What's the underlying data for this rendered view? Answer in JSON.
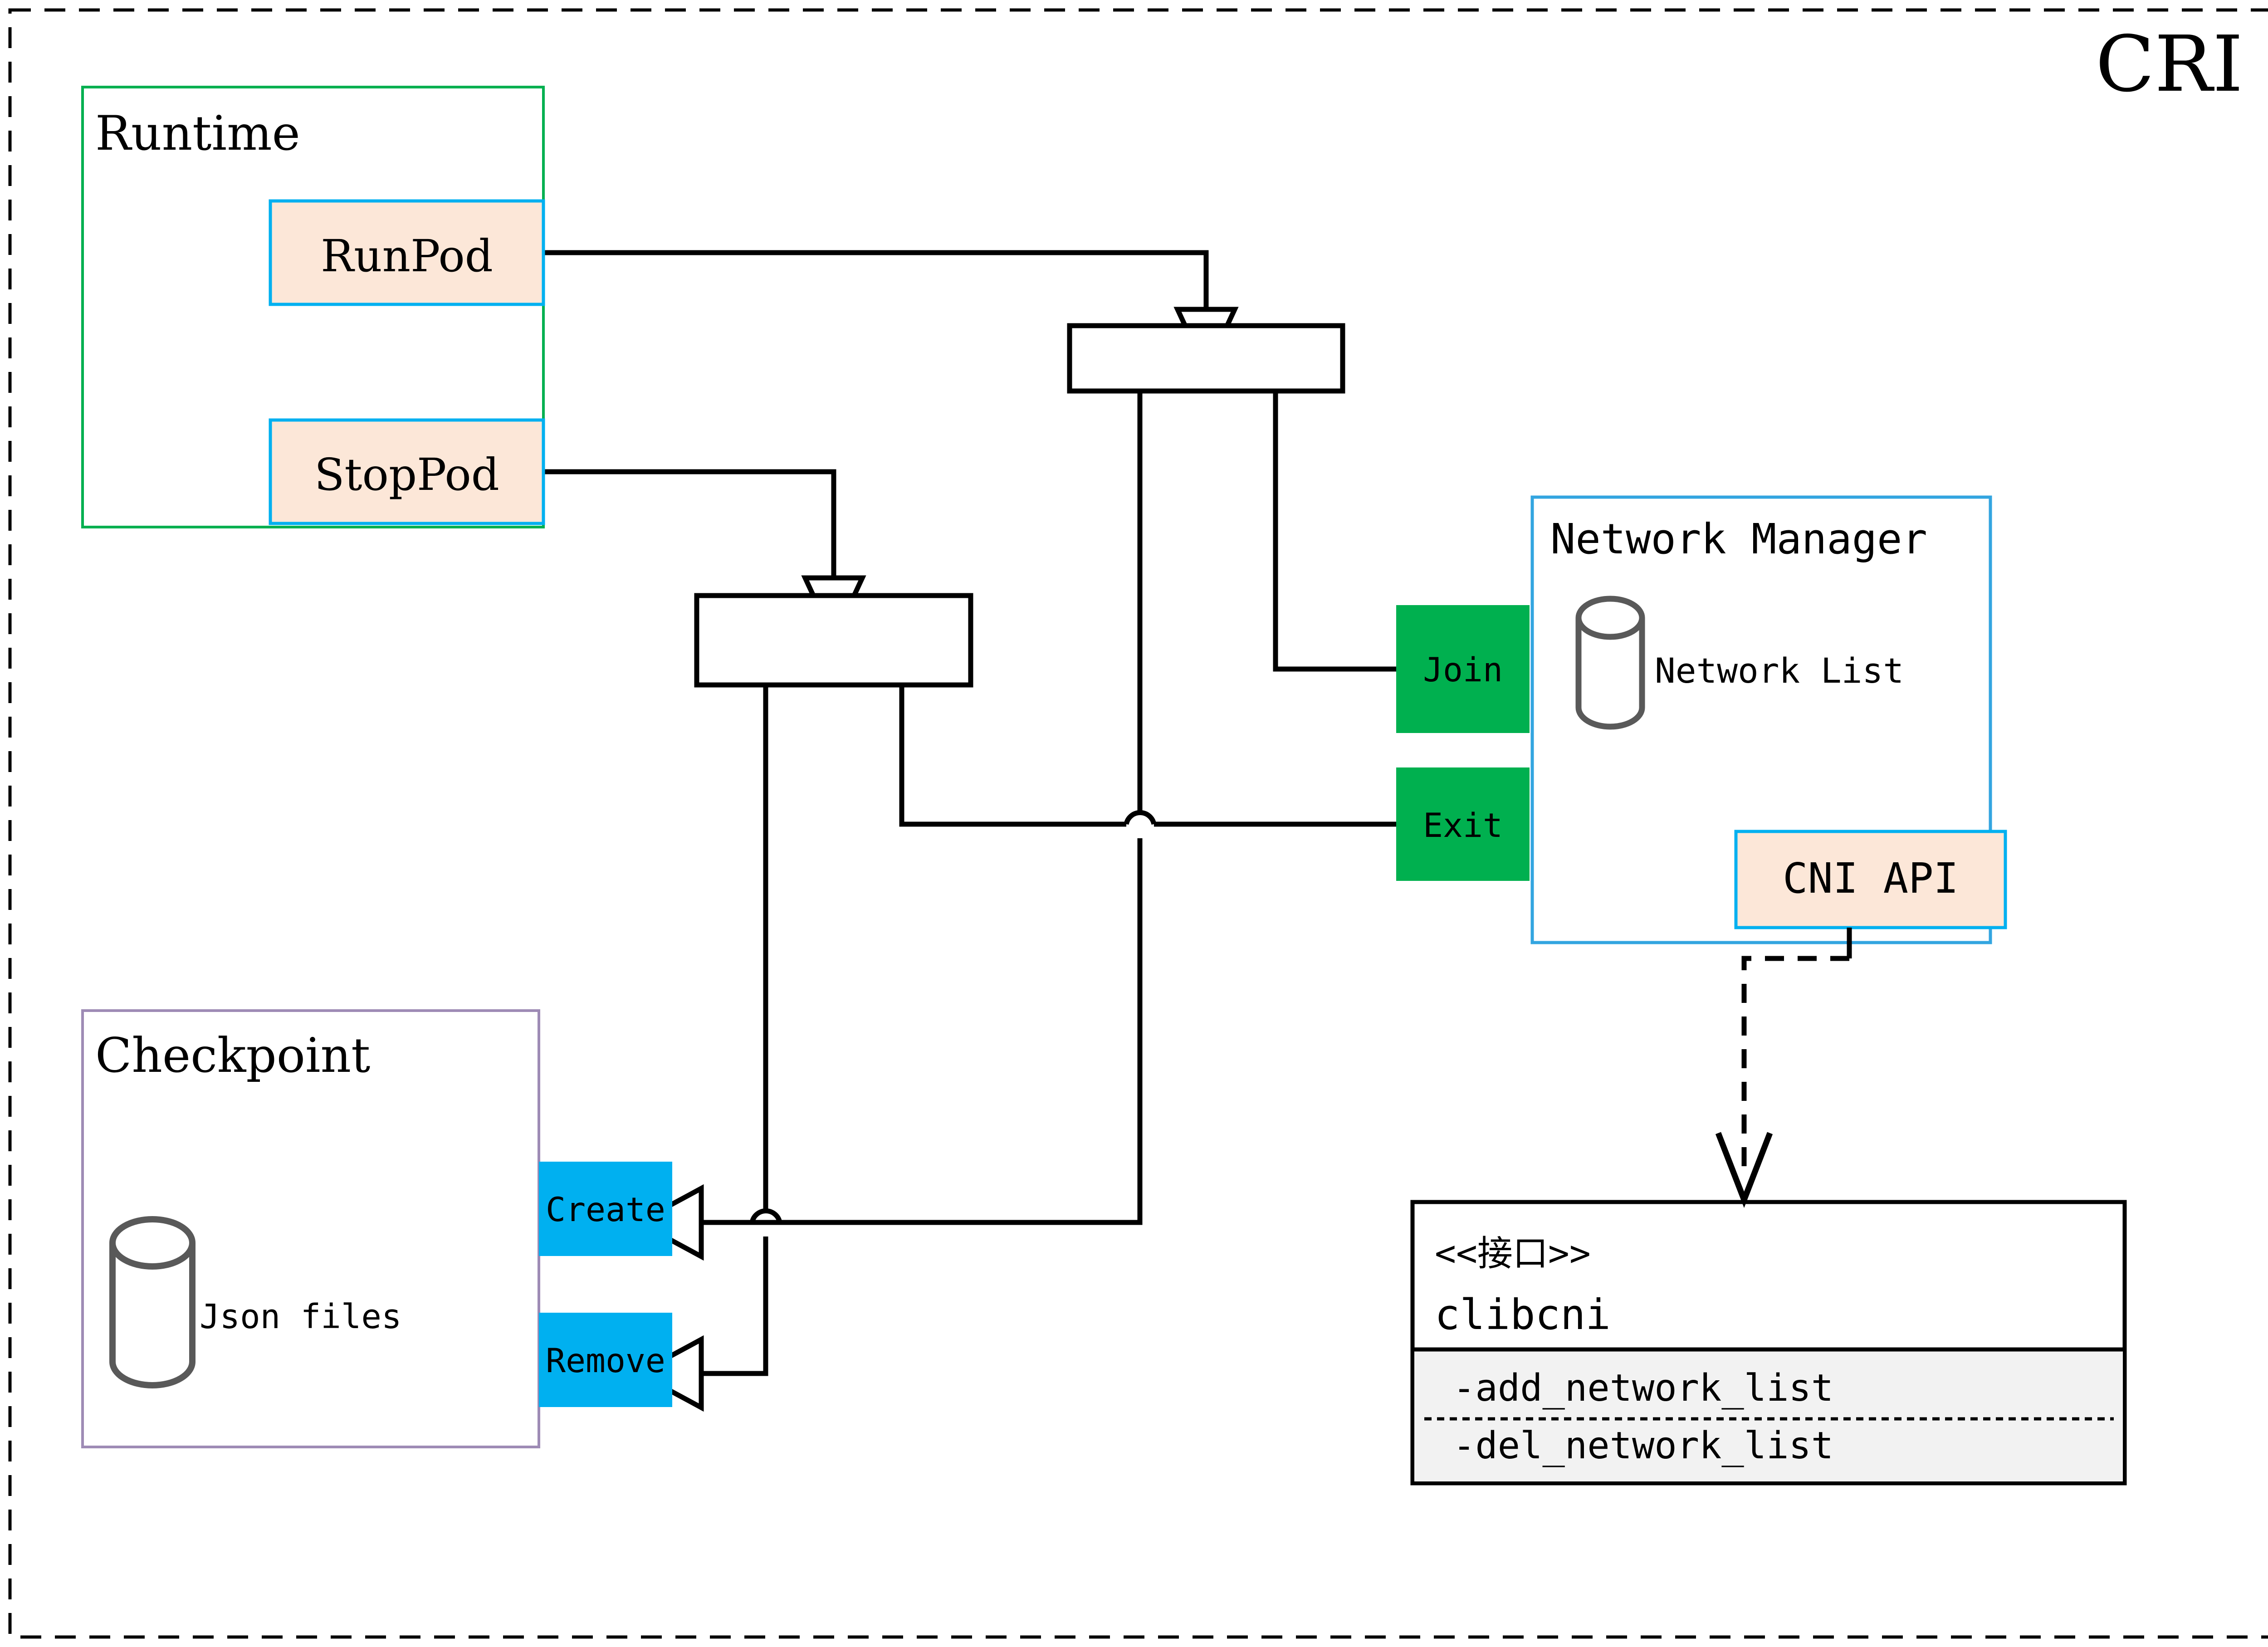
{
  "package": {
    "title": "CRI",
    "title_color": "#8a6d0b",
    "border_style": "dashed"
  },
  "colors": {
    "runtime_border": "#00b050",
    "checkpoint_border": "#9e8bb5",
    "network_manager_border": "#33a5e0",
    "peach_fill": "#fce7d8",
    "peach_border": "#00b0f0",
    "green_fill": "#00b04f",
    "cyan_fill": "#00b0f0",
    "cylinder_stroke": "#595959",
    "line": "#000000",
    "iface_method_bg": "#f2f2f2"
  },
  "runtime": {
    "title": "Runtime",
    "operations": [
      {
        "label": "RunPod"
      },
      {
        "label": "StopPod"
      }
    ]
  },
  "checkpoint": {
    "title": "Checkpoint",
    "store_label": "Json files",
    "operations": [
      {
        "label": "Create"
      },
      {
        "label": "Remove"
      }
    ]
  },
  "network_manager": {
    "title": "Network Manager",
    "store_label": "Network List",
    "operations": [
      {
        "label": "Join"
      },
      {
        "label": "Exit"
      }
    ],
    "api": {
      "label": "CNI API"
    }
  },
  "interface": {
    "stereotype": "<<接口>>",
    "name": "clibcni",
    "methods": [
      "-add_network_list",
      "-del_network_list"
    ]
  }
}
